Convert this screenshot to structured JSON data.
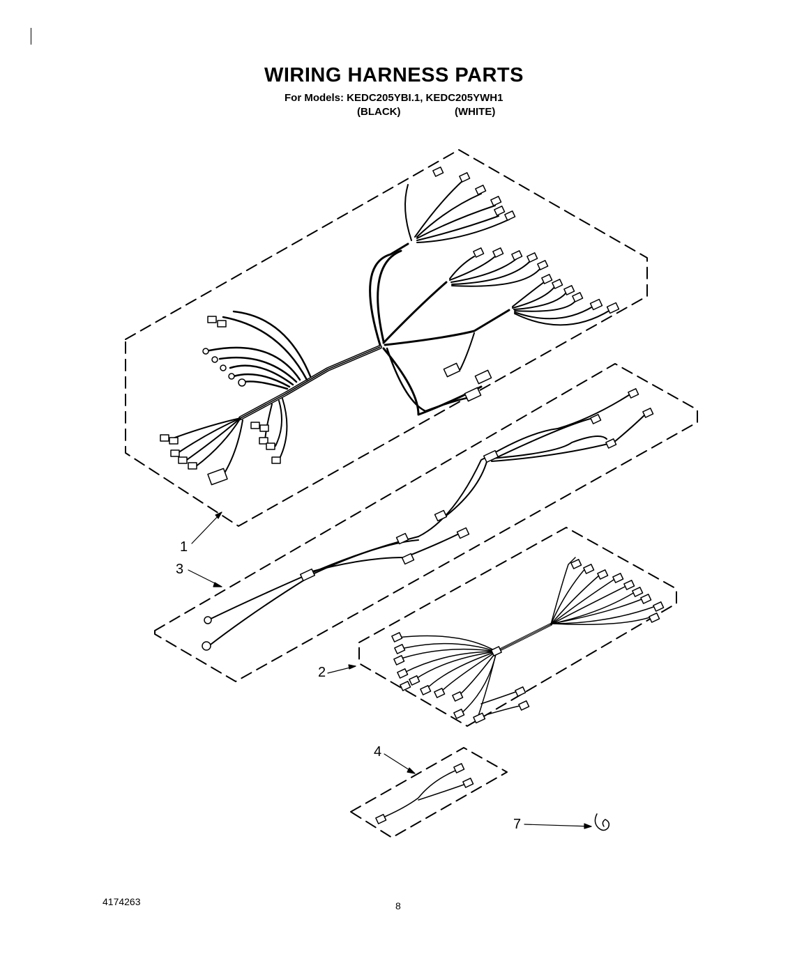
{
  "header": {
    "title": "WIRING HARNESS PARTS",
    "models_line": "For Models: KEDC205YBI.1, KEDC205YWH1",
    "variant_black": "(BLACK)",
    "variant_white": "(WHITE)"
  },
  "callouts": {
    "c1": "1",
    "c3": "3",
    "c2": "2",
    "c4": "4",
    "c7": "7"
  },
  "footer": {
    "part_number": "4174263",
    "page_number": "8"
  }
}
